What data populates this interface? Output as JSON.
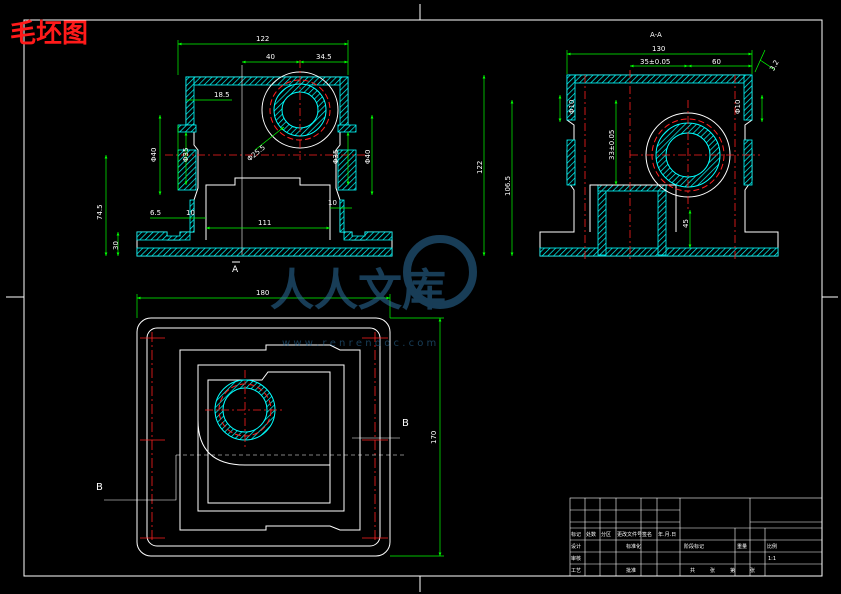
{
  "title": "毛坯图",
  "section_label": "A-A",
  "view_markers": {
    "a": "A",
    "b_left": "B",
    "b_right": "B"
  },
  "front_view": {
    "dims": {
      "overall_width": "122",
      "top_left": "40",
      "top_right": "34.5",
      "step": "18.5",
      "height_left_outer": "Φ40",
      "height_left_inner": "Φ35",
      "bore_dia": "Φ25.5",
      "right_inner": "Φ35",
      "right_outer": "Φ40",
      "total_height": "74.5",
      "base_height": "30",
      "left_slot": "6.5",
      "left_gap": "10",
      "base_width": "111",
      "right_gap": "10"
    }
  },
  "side_view": {
    "dims": {
      "overall_width": "130",
      "center_offset": "35±0.05",
      "right_width": "60",
      "surface_finish": "3.2",
      "left_hole": "Φ10",
      "right_hole": "Φ10",
      "height_total": "122",
      "height_base": "106.5",
      "center_height": "33±0.05",
      "base_small": "45"
    }
  },
  "top_view": {
    "dims": {
      "width": "180",
      "depth": "170"
    }
  },
  "watermark": {
    "text": "人人文库",
    "url": "w w w . r e n r e n d o c . c o m"
  },
  "title_block": {
    "row1": [
      "标记",
      "处数",
      "分区",
      "更改文件号",
      "签名",
      "年.月.日"
    ],
    "row2": [
      "设计",
      "",
      "",
      "标准化",
      "",
      ""
    ],
    "row3": [
      "审核",
      "",
      "",
      "",
      "",
      ""
    ],
    "row4": [
      "工艺",
      "",
      "",
      "批准",
      "",
      ""
    ],
    "right_headers": [
      "阶段标记",
      "重量",
      "比例"
    ],
    "scale": "1:1",
    "bottom": [
      "共",
      "张",
      "第",
      "张"
    ]
  },
  "colors": {
    "outline": "#ffffff",
    "hatch_outline": "#00ffff",
    "centerline": "#ff2020",
    "dimension": "#00ff00",
    "title": "#ff1a1a"
  }
}
